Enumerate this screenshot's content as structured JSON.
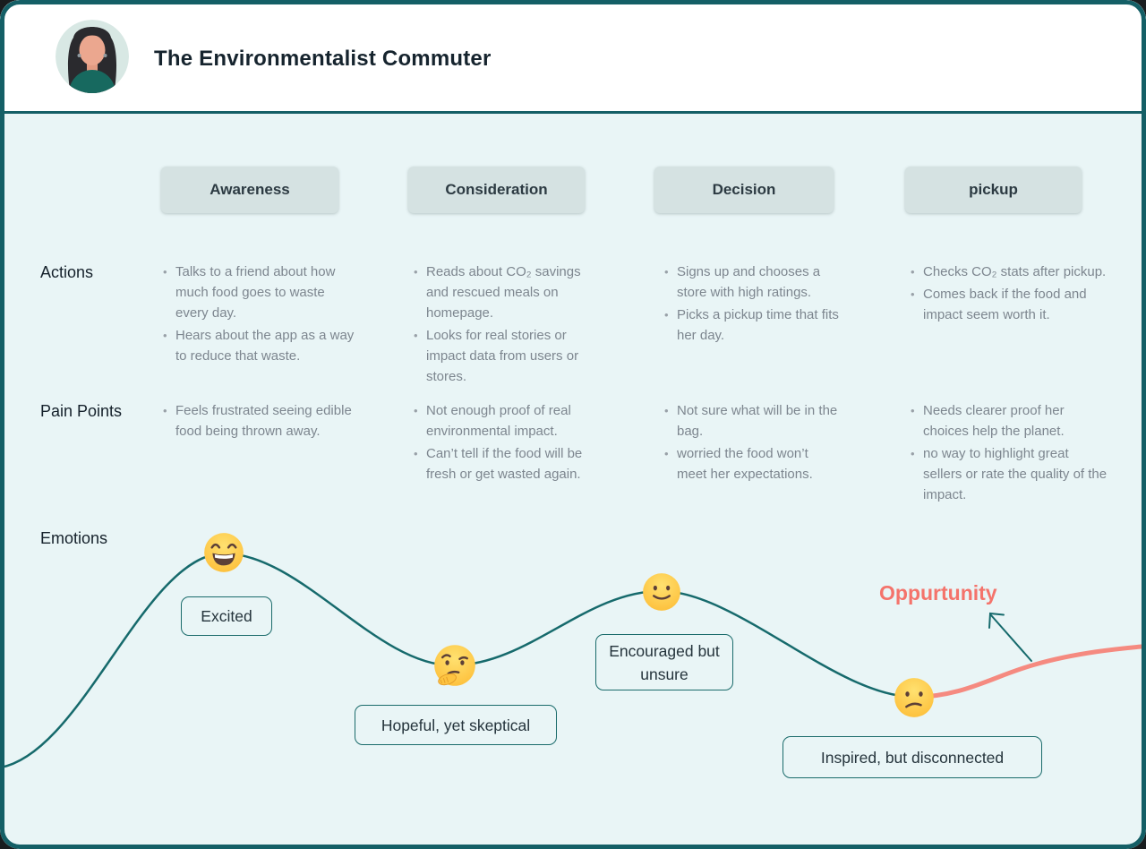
{
  "persona": {
    "title": "The Environmentalist Commuter"
  },
  "rows": {
    "actions_label": "Actions",
    "pain_points_label": "Pain Points",
    "emotions_label": "Emotions"
  },
  "stages": [
    {
      "label": "Awareness",
      "actions": [
        "Talks to a friend about how much food goes to waste every day.",
        "Hears about the app as a way to reduce that waste."
      ],
      "pain_points": [
        "Feels frustrated seeing edible food being thrown away."
      ]
    },
    {
      "label": "Consideration",
      "actions": [
        "Reads about CO₂ savings and rescued meals on homepage.",
        "Looks for real stories or impact data from users or stores."
      ],
      "pain_points": [
        "Not enough proof of real environmental impact.",
        "Can’t tell if the food will be fresh or get wasted again."
      ]
    },
    {
      "label": "Decision",
      "actions": [
        "Signs up and chooses a store with high ratings.",
        "Picks a pickup time that fits her day."
      ],
      "pain_points": [
        "Not sure what will be in the bag.",
        "worried the food won’t meet her expectations."
      ]
    },
    {
      "label": "pickup",
      "actions": [
        "Checks CO₂ stats after pickup.",
        "Comes back if the food and impact seem worth it."
      ],
      "pain_points": [
        "Needs clearer proof her choices help the planet.",
        "no way to highlight great sellers or rate the quality of the impact."
      ]
    }
  ],
  "emotions": {
    "points": [
      {
        "emoji": "grinning-face",
        "label": "Excited"
      },
      {
        "emoji": "thinking-face",
        "label": "Hopeful, yet skeptical"
      },
      {
        "emoji": "slightly-smiling-face",
        "label": "Encouraged but unsure"
      },
      {
        "emoji": "confused-face",
        "label": "Inspired, but disconnected"
      }
    ],
    "opportunity_label": "Oppurtunity"
  },
  "colors": {
    "frame_teal": "#145f66",
    "curve_teal": "#166a6c",
    "opportunity_coral": "#f4736b",
    "opportunity_line": "#f58a80",
    "chip_bg": "#d5e2e2",
    "body_bg": "#e9f5f6",
    "header_bg": "#ffffff"
  }
}
